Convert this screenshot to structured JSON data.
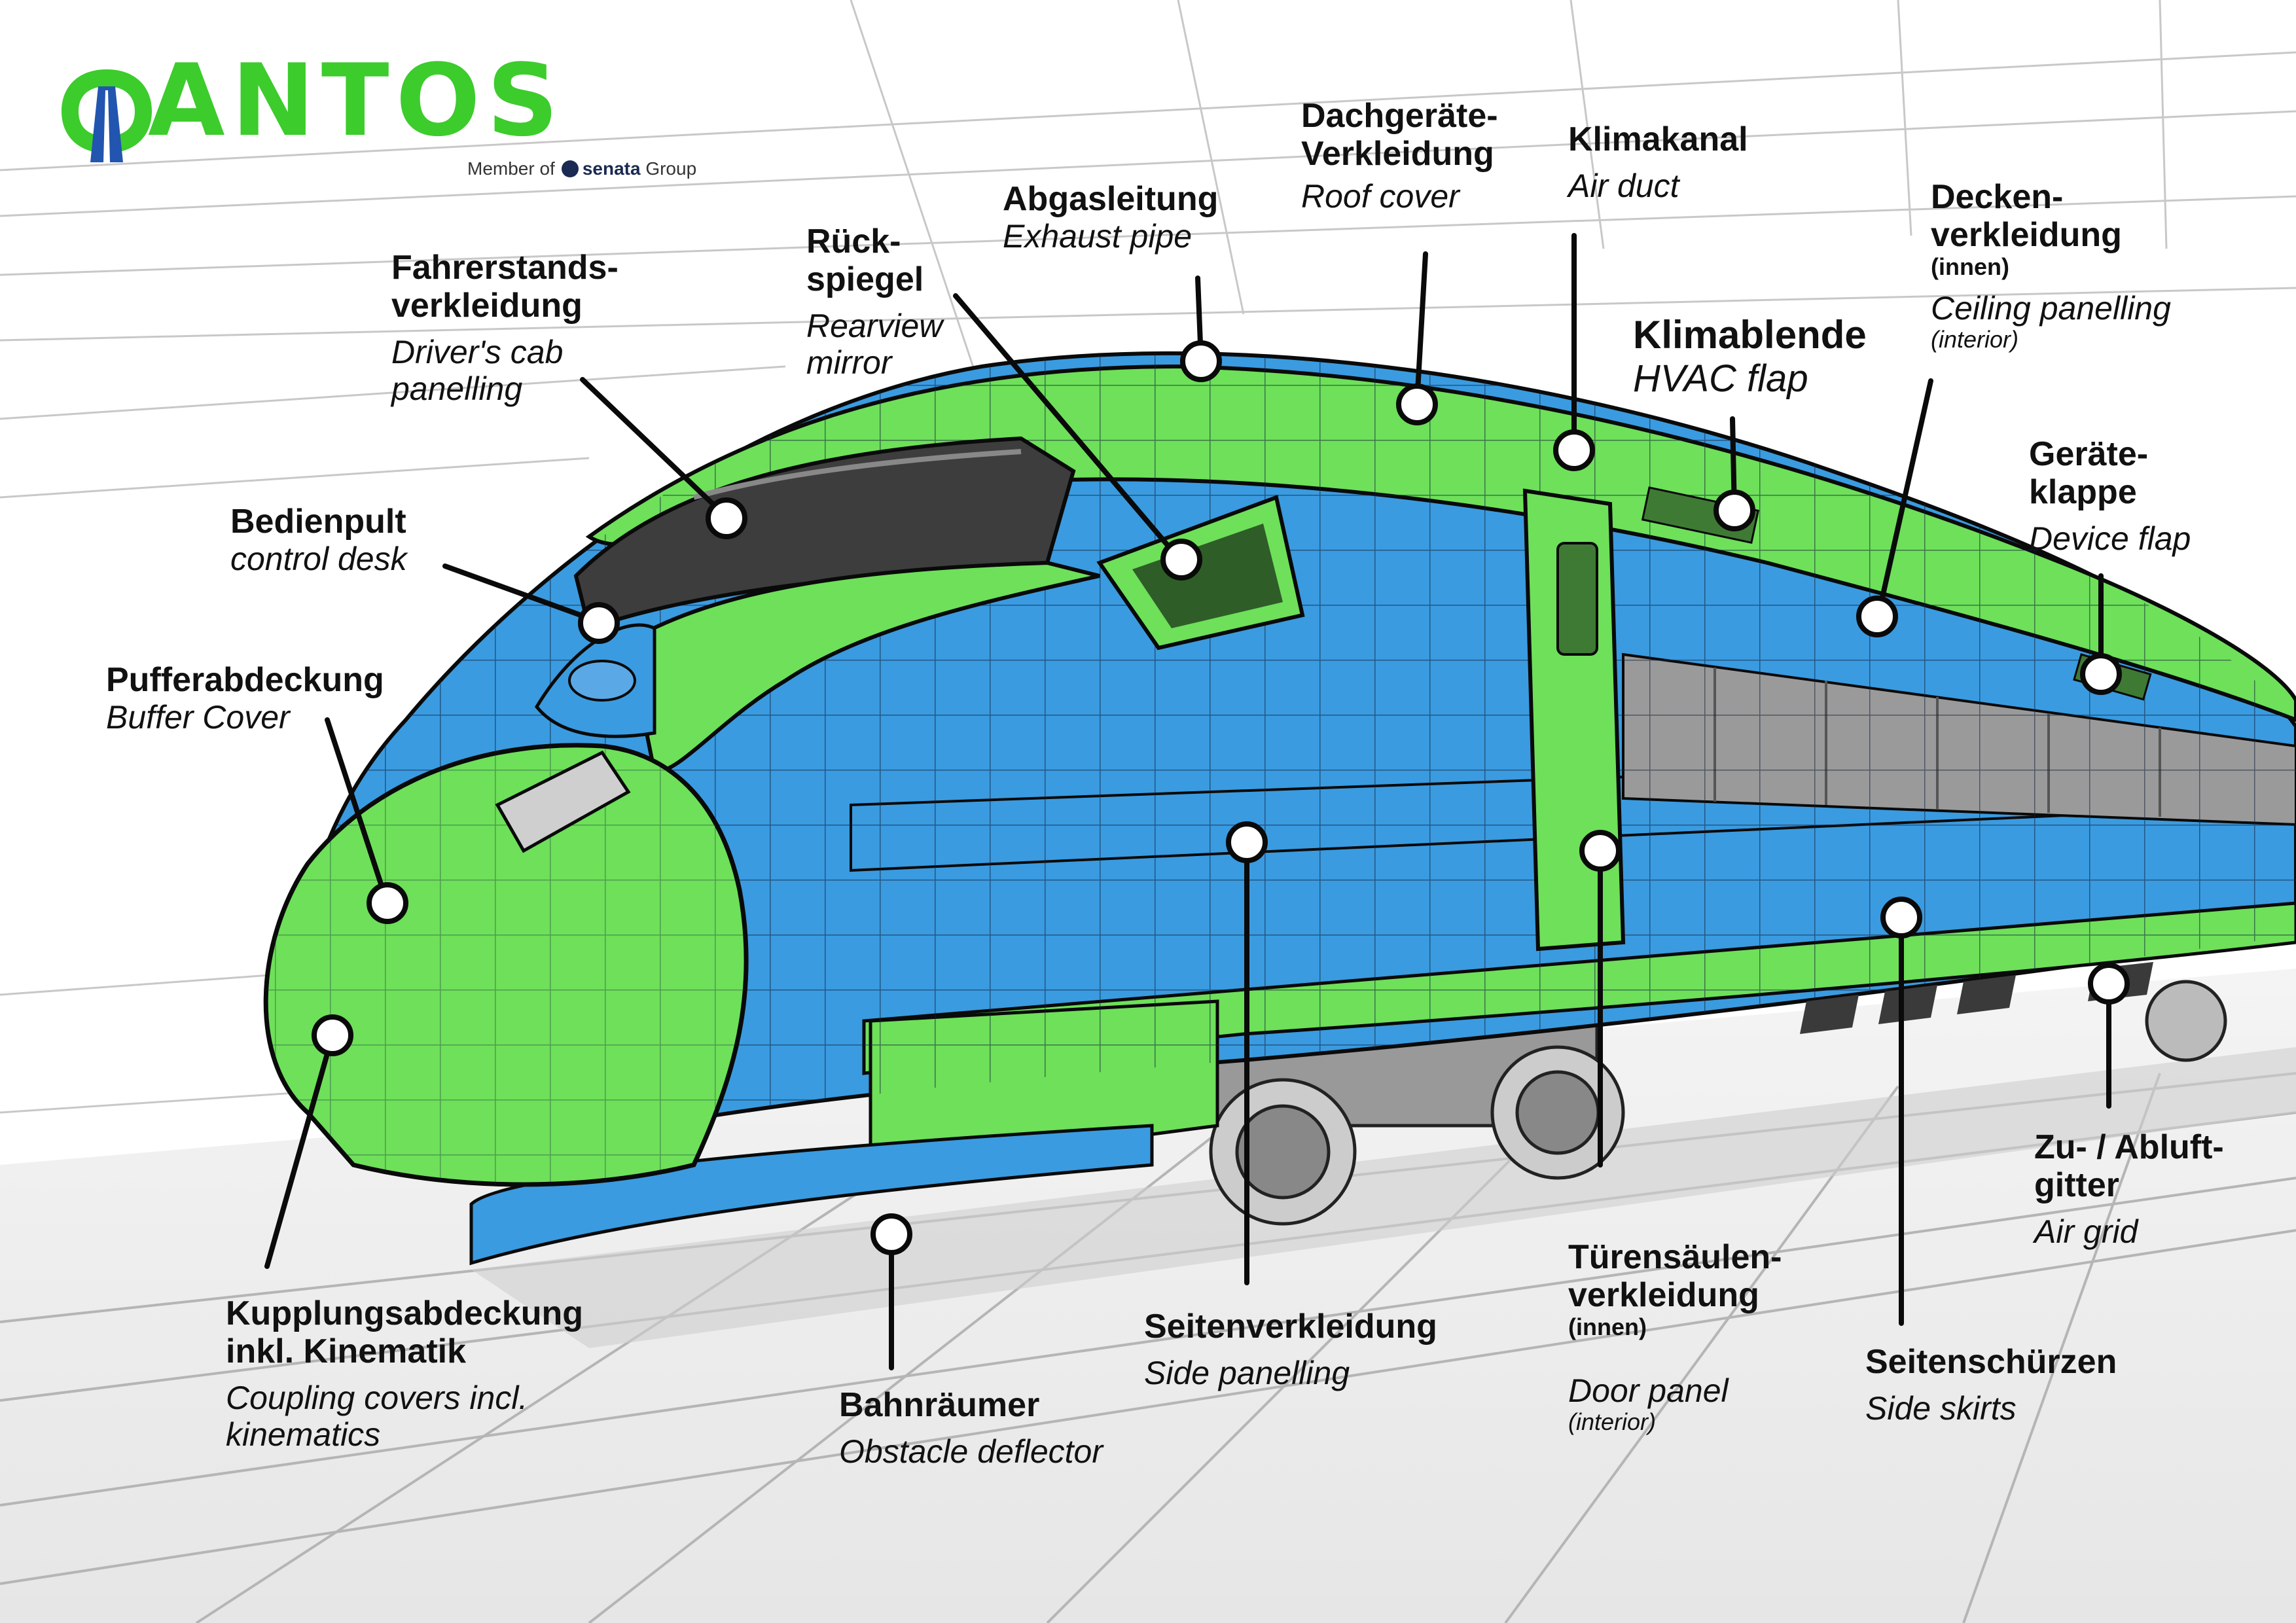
{
  "brand": {
    "logo_text": "ANTOS",
    "member_prefix": "Member of",
    "member_brand": "senata",
    "member_suffix": "Group",
    "color_green": "#3ccc2c",
    "color_blue": "#2255b0"
  },
  "colors": {
    "panel_green": "#6ee05a",
    "panel_blue": "#3a9be0",
    "outline": "#0a0a0a"
  },
  "labels": {
    "fahrer": {
      "de": "Fahrerstands-\nverkleidung",
      "en": "Driver's cab\npanelling"
    },
    "bedien": {
      "de": "Bedienpult",
      "en": "control desk"
    },
    "puffer": {
      "de": "Pufferabdeckung",
      "en": "Buffer Cover"
    },
    "kupplung": {
      "de": "Kupplungsabdeckung\ninkl. Kinematik",
      "en": "Coupling covers incl.\nkinematics"
    },
    "rueck": {
      "de": "Rück-\nspiegel",
      "en": "Rearview\nmirror"
    },
    "abgas": {
      "de": "Abgasleitung",
      "en": "Exhaust pipe"
    },
    "dach": {
      "de": "Dachgeräte-\nVerkleidung",
      "en": "Roof cover"
    },
    "klimakanal": {
      "de": "Klimakanal",
      "en": "Air duct"
    },
    "klimablende": {
      "de": "Klimablende",
      "en": "HVAC flap"
    },
    "decken": {
      "de": "Decken-\nverkleidung",
      "sub": "(innen)",
      "en": "Ceiling panelling",
      "note": "(interior)"
    },
    "geraete": {
      "de": "Geräte-\nklappe",
      "en": "Device flap"
    },
    "zuluft": {
      "de": "Zu- / Abluft-\ngitter",
      "en": "Air grid"
    },
    "seitensch": {
      "de": "Seitenschürzen",
      "en": "Side skirts"
    },
    "tueren": {
      "de": "Türensäulen-\nverkleidung",
      "sub": "(innen)",
      "en": "Door panel",
      "note": "(interior)"
    },
    "seitenverk": {
      "de": "Seitenverkleidung",
      "en": "Side panelling"
    },
    "bahn": {
      "de": "Bahnräumer",
      "en": "Obstacle deflector"
    }
  }
}
